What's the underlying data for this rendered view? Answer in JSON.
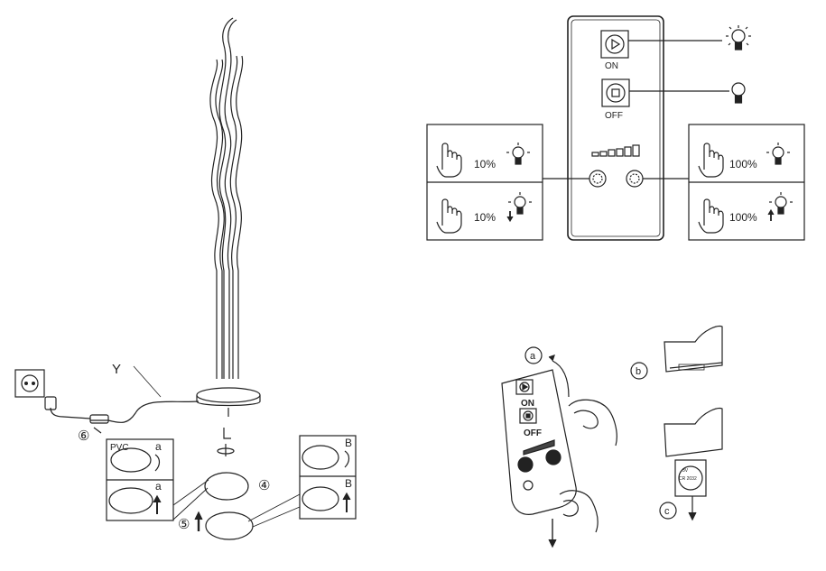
{
  "labels": {
    "cable": "Y",
    "step6": "⑥",
    "step4": "④",
    "step5": "⑤",
    "pvc": "PVC",
    "a1": "a",
    "a2": "a",
    "b1": "B",
    "b2": "B",
    "on_small": "ON",
    "off_small": "OFF",
    "on_large": "ON",
    "off_large": "OFF",
    "remote_small_print": "",
    "tab_a": "a",
    "tab_b": "b",
    "tab_c": "c",
    "battery": "3V\nCR 2032"
  },
  "remote_panel": {
    "on_label": "ON",
    "off_label": "OFF",
    "left_top_pct": "10%",
    "left_bottom_pct": "10%",
    "right_top_pct": "100%",
    "right_bottom_pct": "100%"
  },
  "icons": [
    "power-outlet-icon",
    "plug-icon",
    "bulb-on-icon",
    "bulb-off-icon",
    "pointing-hand-icon",
    "play-button-icon",
    "stop-button-icon",
    "dimmer-knob-icon",
    "arrow-up-icon",
    "arrow-down-icon"
  ]
}
